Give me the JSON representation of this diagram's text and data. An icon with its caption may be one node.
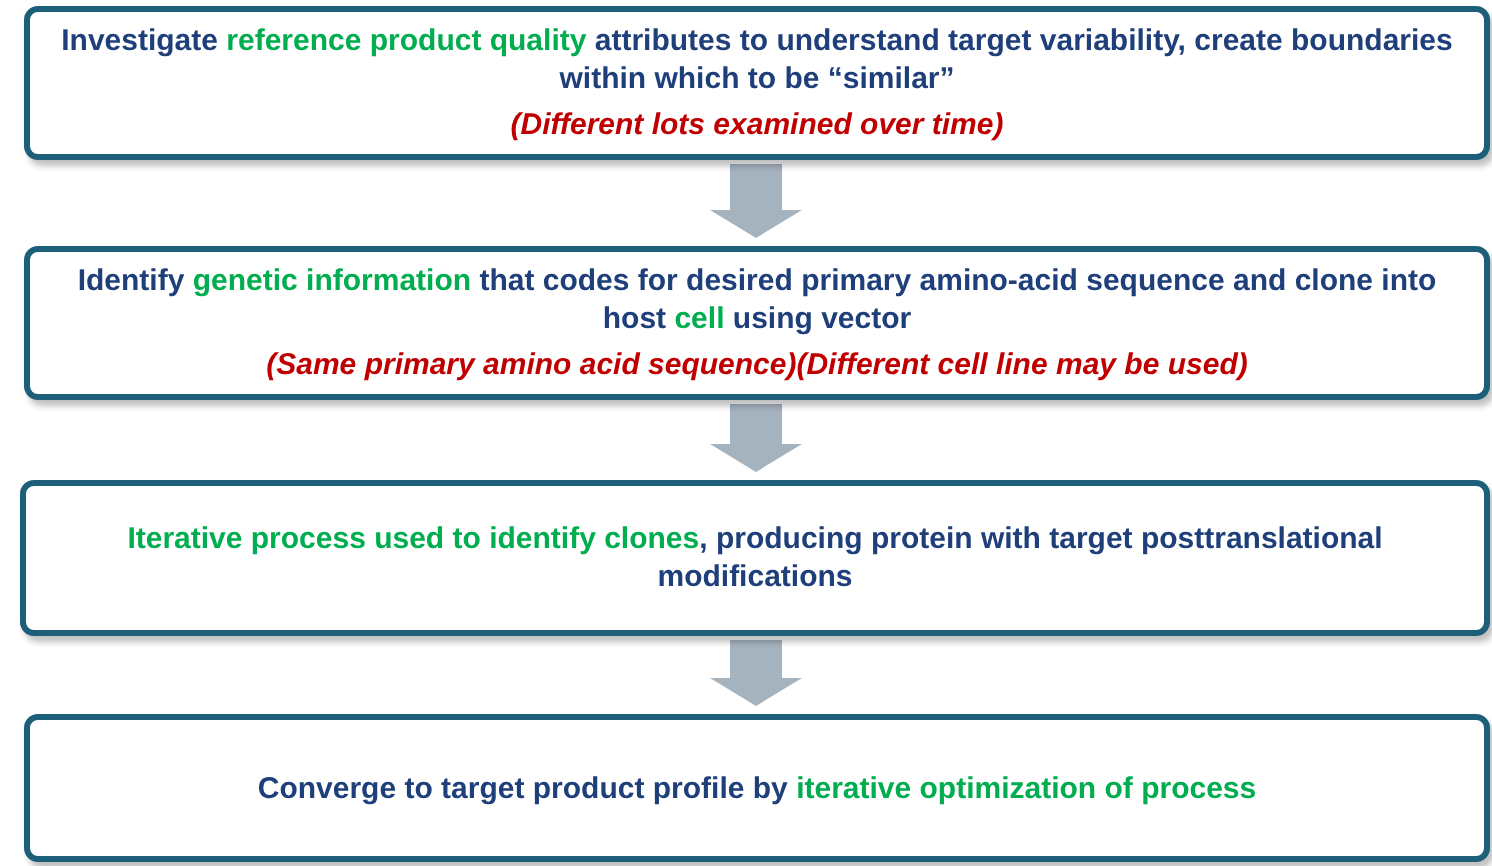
{
  "diagram": {
    "nodes": [
      {
        "text": [
          "Investigate **reference product quality** attributes to understand target variability, create boundaries within which to be “similar”",
          "(Different lots examined over time)"
        ]
      },
      {
        "text": [
          "Identify **genetic information** that codes for desired primary amino-acid sequence and clone into host **cell** using vector",
          "(Same primary amino acid sequence)(Different cell line may be used)"
        ]
      },
      {
        "text": [
          "**Iterative process used to identify clones**, producing protein with target posttranslational modifications"
        ]
      },
      {
        "text": [
          "Converge to target product profile by **iterative optimization of process**"
        ]
      }
    ],
    "edges": [
      {
        "from": 0,
        "to": 1,
        "arrow": "to"
      },
      {
        "from": 1,
        "to": 2,
        "arrow": "to"
      },
      {
        "from": 2,
        "to": 3,
        "arrow": "to"
      }
    ]
  }
}
